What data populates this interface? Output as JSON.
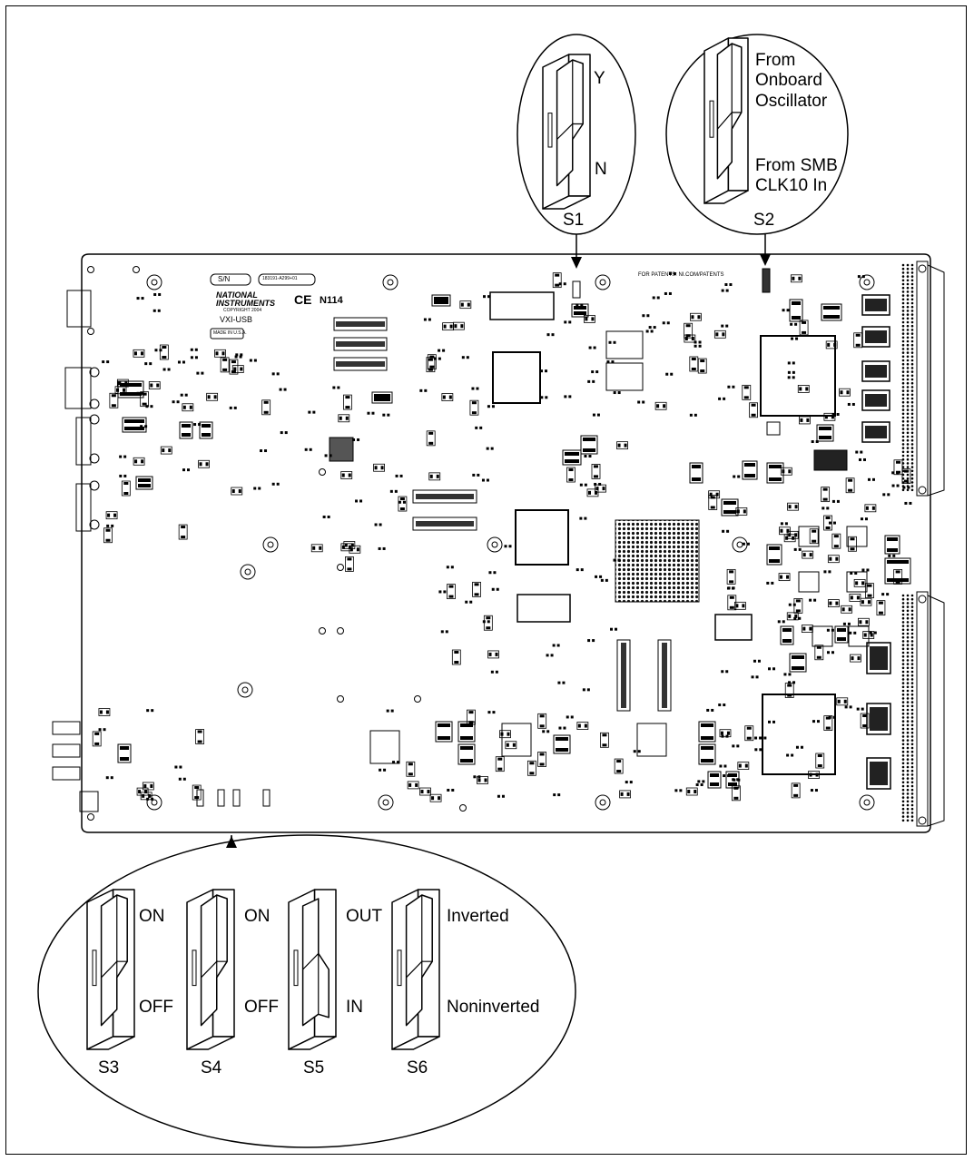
{
  "board": {
    "serial_label": "S/N",
    "part_number": "183191-A299+01",
    "brand_line1": "NATIONAL",
    "brand_line2": "INSTRUMENTS",
    "copyright": "COPYRIGHT 2004",
    "marks": "CE",
    "n_mark": "N114",
    "model": "VXI-USB",
    "made_in": "MADE IN U.S.A.",
    "patents": "FOR PATENTS: NI.COM/PATENTS"
  },
  "switch_s1": {
    "name": "S1",
    "top_label": "Y",
    "bottom_label": "N"
  },
  "switch_s2": {
    "name": "S2",
    "top_label": "From\nOnboard\nOscillator",
    "bottom_label": "From SMB\nCLK10 In"
  },
  "switches_bottom": [
    {
      "name": "S3",
      "top_label": "ON",
      "bottom_label": "OFF"
    },
    {
      "name": "S4",
      "top_label": "ON",
      "bottom_label": "OFF"
    },
    {
      "name": "S5",
      "top_label": "OUT",
      "bottom_label": "IN"
    },
    {
      "name": "S6",
      "top_label": "Inverted",
      "bottom_label": "Noninverted"
    }
  ]
}
